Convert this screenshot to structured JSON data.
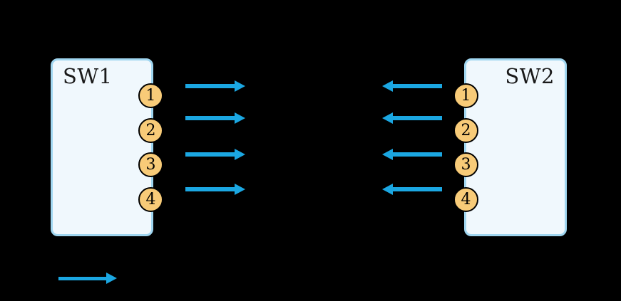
{
  "switches": [
    {
      "name": "SW1",
      "ports": [
        "1",
        "2",
        "3",
        "4"
      ]
    },
    {
      "name": "SW2",
      "ports": [
        "1",
        "2",
        "3",
        "4"
      ]
    }
  ],
  "arrows": {
    "sw1_transmit_directions": [
      "right",
      "right",
      "right",
      "right"
    ],
    "sw2_transmit_directions": [
      "left",
      "left",
      "left",
      "left"
    ],
    "legend_direction": "right"
  },
  "colors": {
    "bg": "#000000",
    "box-fill": "#f0f8fd",
    "box-border": "#a0d6f0",
    "port-fill": "#f8cb78",
    "port-border": "#000000",
    "arrow-blue": "#1ba7e2",
    "label-color": "#1a1a1a"
  }
}
